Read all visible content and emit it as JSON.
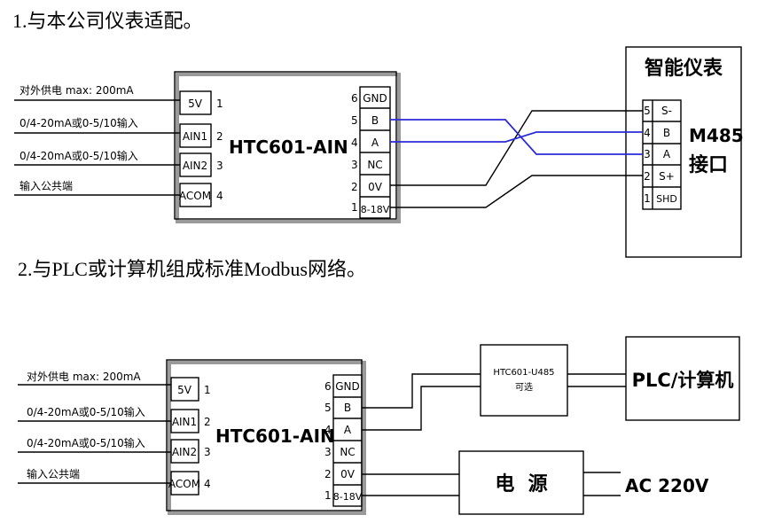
{
  "section1": {
    "caption": "1.与本公司仪表适配。",
    "module": {
      "name": "HTC601-AIN",
      "left_pins": [
        {
          "label": "5V",
          "num": "1",
          "wire_label": "对外供电 max: 200mA"
        },
        {
          "label": "AIN1",
          "num": "2",
          "wire_label": "0/4-20mA或0-5/10输入"
        },
        {
          "label": "AIN2",
          "num": "3",
          "wire_label": "0/4-20mA或0-5/10输入"
        },
        {
          "label": "ACOM",
          "num": "4",
          "wire_label": "输入公共端"
        }
      ],
      "right_pins": [
        {
          "num": "6",
          "label": "GND"
        },
        {
          "num": "5",
          "label": "B"
        },
        {
          "num": "4",
          "label": "A"
        },
        {
          "num": "3",
          "label": "NC"
        },
        {
          "num": "2",
          "label": "0V"
        },
        {
          "num": "1",
          "label": "8-18V"
        }
      ]
    },
    "meter": {
      "title": "智能仪表",
      "interface_line1": "M485",
      "interface_line2": "接口",
      "pins": [
        {
          "num": "5",
          "label": "S-"
        },
        {
          "num": "4",
          "label": "B"
        },
        {
          "num": "3",
          "label": "A"
        },
        {
          "num": "2",
          "label": "S+"
        },
        {
          "num": "1",
          "label": "SHD"
        }
      ]
    }
  },
  "section2": {
    "caption": "2.与PLC或计算机组成标准Modbus网络。",
    "module": {
      "name": "HTC601-AIN",
      "left_pins": [
        {
          "label": "5V",
          "num": "1",
          "wire_label": "对外供电 max: 200mA"
        },
        {
          "label": "AIN1",
          "num": "2",
          "wire_label": "0/4-20mA或0-5/10输入"
        },
        {
          "label": "AIN2",
          "num": "3",
          "wire_label": "0/4-20mA或0-5/10输入"
        },
        {
          "label": "ACOM",
          "num": "4",
          "wire_label": "输入公共端"
        }
      ],
      "right_pins": [
        {
          "num": "6",
          "label": "GND"
        },
        {
          "num": "5",
          "label": "B"
        },
        {
          "num": "4",
          "label": "A"
        },
        {
          "num": "3",
          "label": "NC"
        },
        {
          "num": "2",
          "label": "0V"
        },
        {
          "num": "1",
          "label": "8-18V"
        }
      ]
    },
    "converter": {
      "line1": "HTC601-U485",
      "line2": "可选"
    },
    "plc": {
      "label": "PLC/计算机"
    },
    "power": {
      "label": "电  源",
      "input_label": "AC 220V"
    }
  },
  "colors": {
    "wire_blue": "#2b2bd6",
    "line": "#000000",
    "shadow": "#9a9a9a"
  }
}
